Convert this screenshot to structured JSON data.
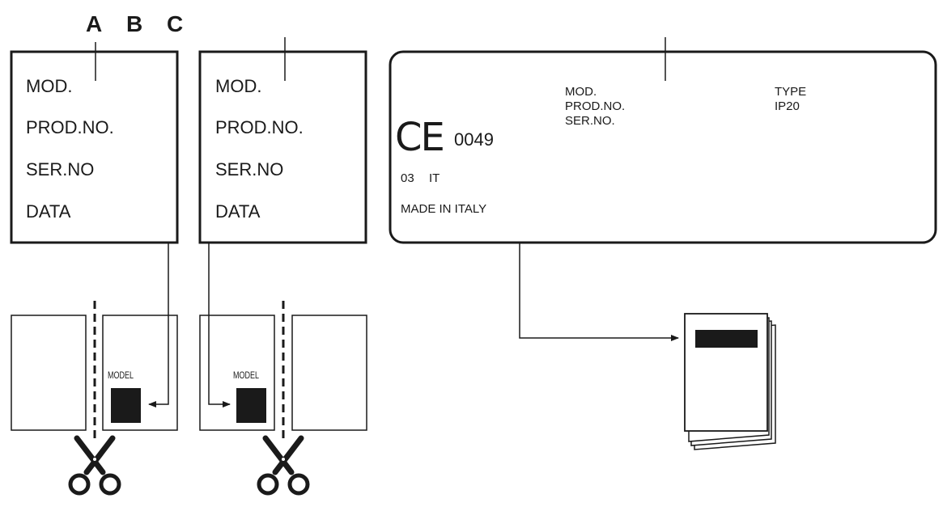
{
  "column_letters": [
    "A",
    "B",
    "C"
  ],
  "label_small_1": {
    "lines": [
      "MOD.",
      "PROD.NO.",
      "SER.NO",
      "DATA"
    ]
  },
  "label_small_2": {
    "lines": [
      "MOD.",
      "PROD.NO.",
      "SER.NO",
      "DATA"
    ]
  },
  "label_large": {
    "fields": [
      "MOD.",
      "PROD.NO.",
      "SER.NO."
    ],
    "type_fields": [
      "TYPE",
      "IP20"
    ],
    "ce_mark": "CE",
    "notified_body": "0049",
    "year_country": [
      "03",
      "IT"
    ],
    "origin": "MADE IN ITALY"
  },
  "card_1": {
    "model_text": "MODEL"
  },
  "card_2": {
    "model_text": "MODEL"
  },
  "icons": [
    "scissors-icon",
    "manual-booklet-icon",
    "arrow-icon"
  ]
}
